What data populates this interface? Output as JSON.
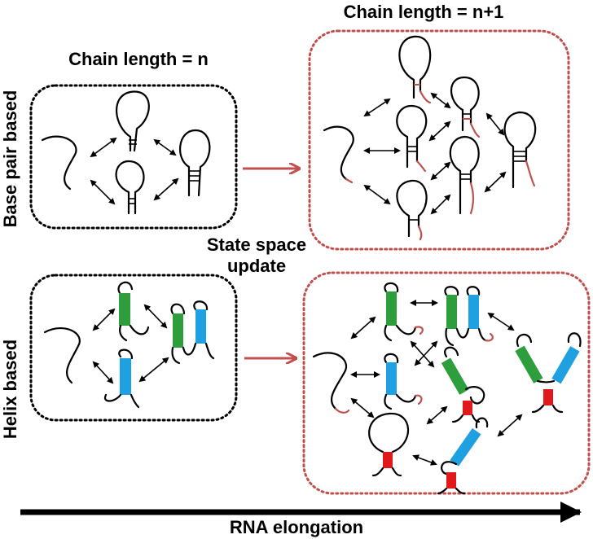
{
  "labels": {
    "chain_n": "Chain length = n",
    "chain_n1": "Chain length = n+1",
    "row_basepair": "Base pair based",
    "row_helix": "Helix based",
    "state_space_line1": "State space",
    "state_space_line2": "update",
    "axis": "RNA elongation"
  },
  "colors": {
    "black": "#000000",
    "red": "#c0504d",
    "green": "#2e9e3c",
    "blue": "#1fa0e0",
    "helix_red": "#e01a1a"
  }
}
